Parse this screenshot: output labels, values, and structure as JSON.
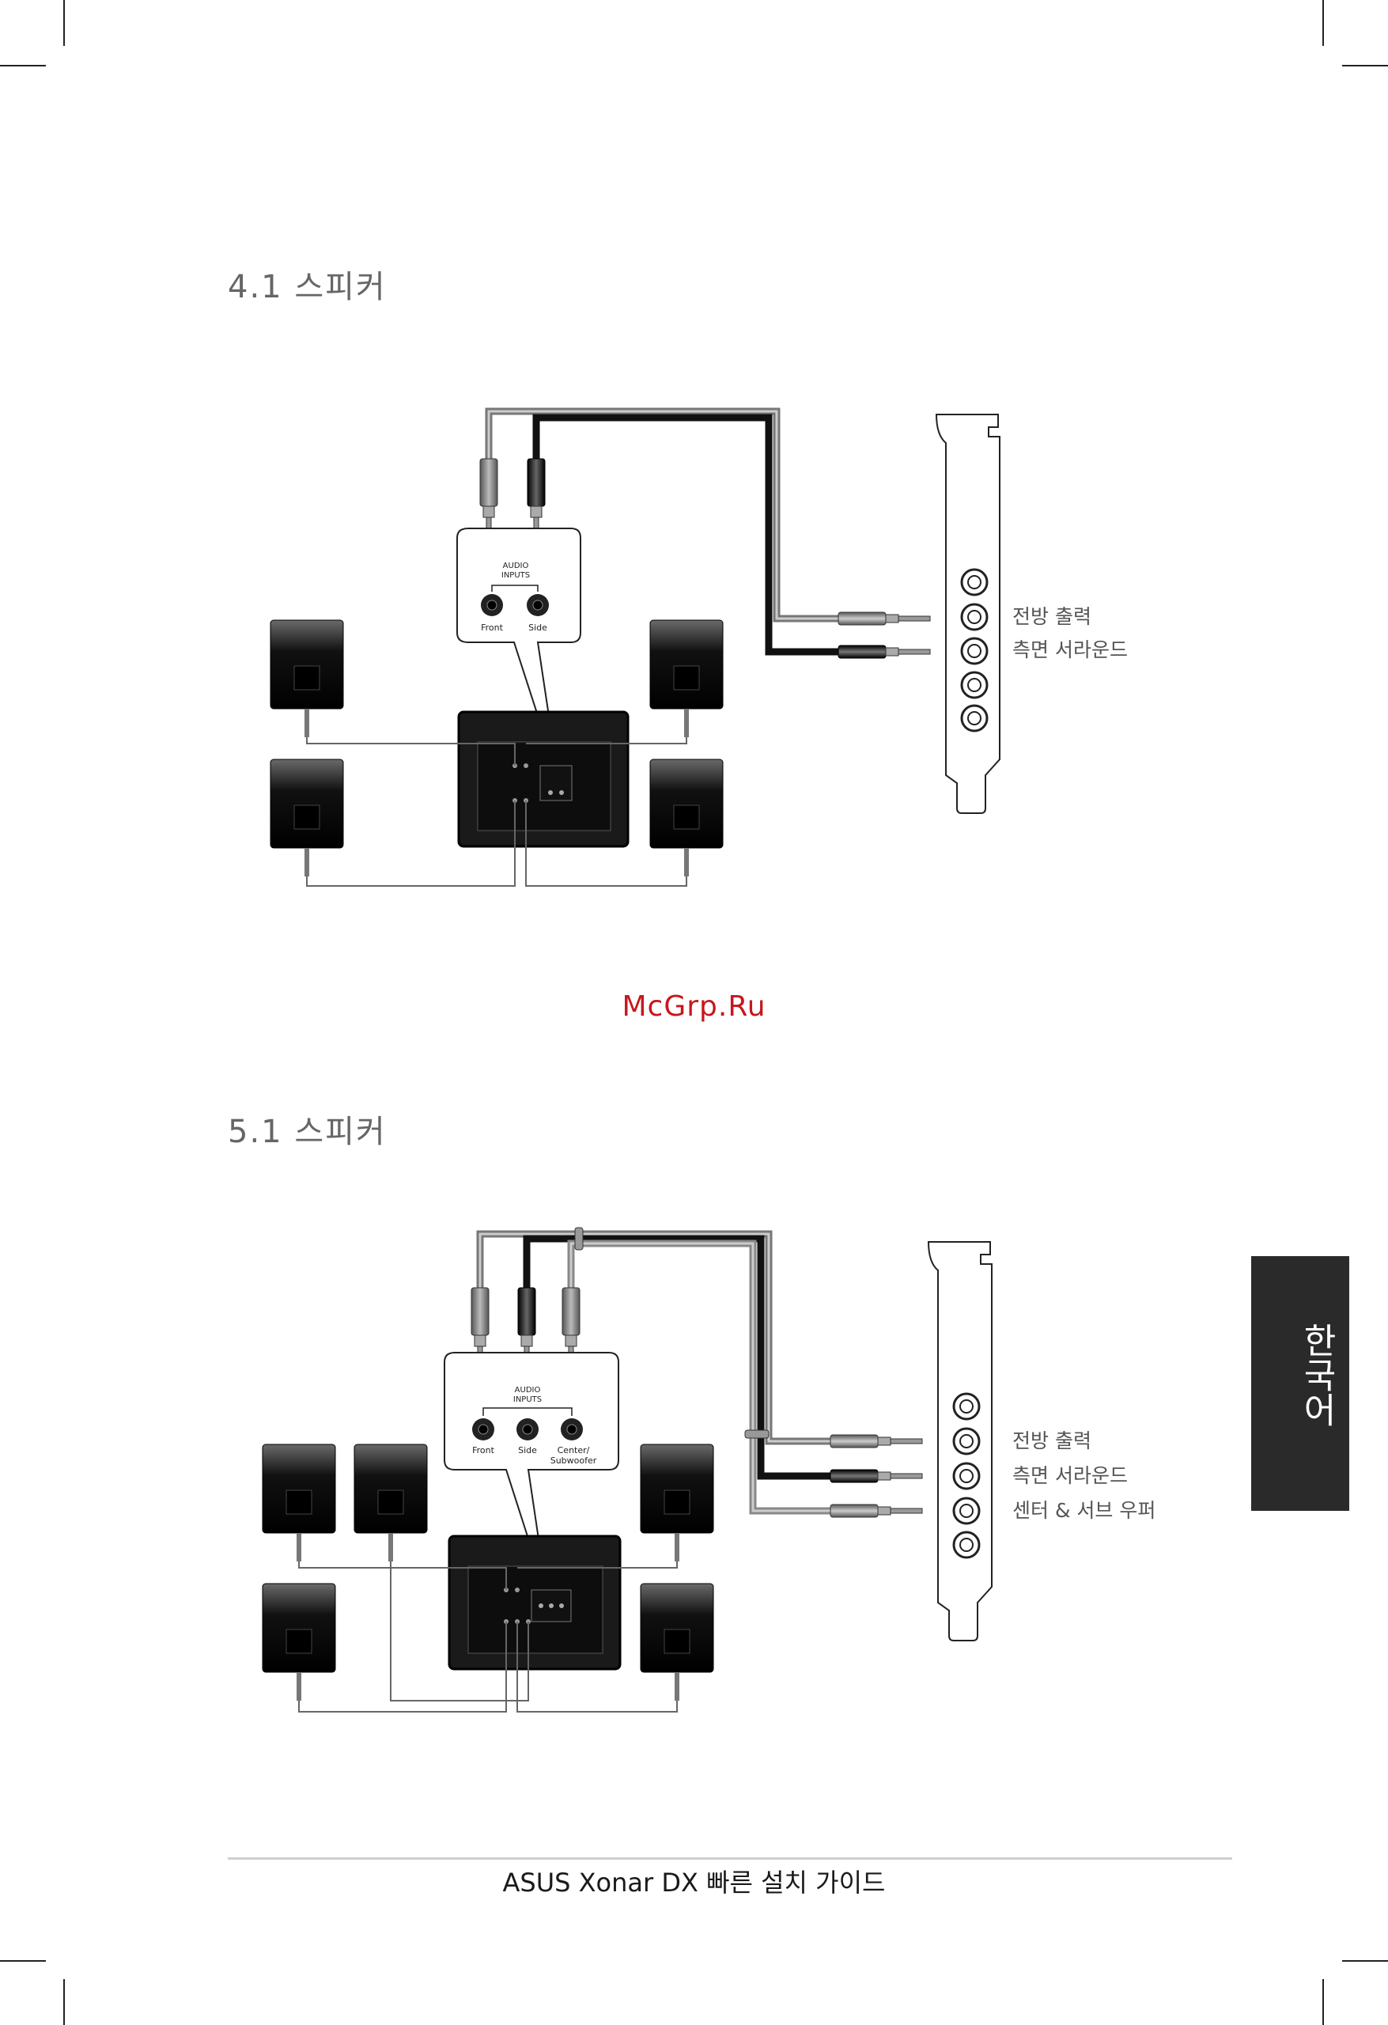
{
  "sections": [
    {
      "title": "4.1 스피커",
      "jack_panel": {
        "heading": "AUDIO\nINPUTS",
        "jacks": [
          "Front",
          "Side"
        ]
      },
      "outputs": [
        "전방 출력",
        "측면 서라운드"
      ]
    },
    {
      "title": "5.1 스피커",
      "jack_panel": {
        "heading": "AUDIO\nINPUTS",
        "jacks": [
          "Front",
          "Side",
          "Center/\nSubwoofer"
        ]
      },
      "outputs": [
        "전방 출력",
        "측면 서라운드",
        "센터 & 서브 우퍼"
      ]
    }
  ],
  "watermark": "McGrp.Ru",
  "side_tab": "한국어",
  "footer": "ASUS Xonar DX 빠른 설치 가이드"
}
